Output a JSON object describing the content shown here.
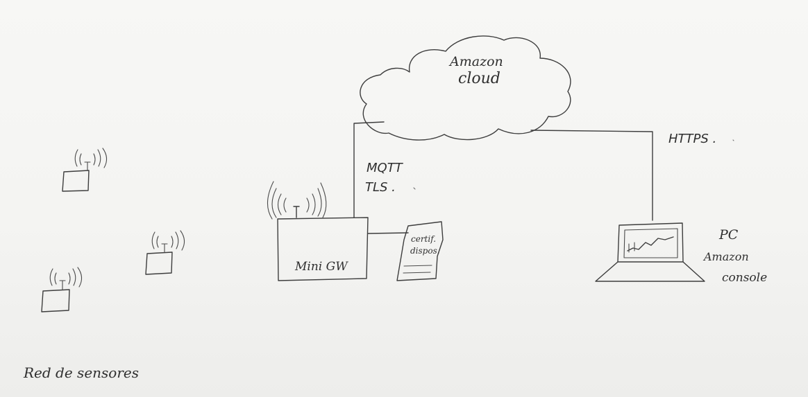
{
  "labels": {
    "cloud_line1": "Amazon",
    "cloud_line2": "cloud",
    "protocol_https": "HTTPS .",
    "protocol_mqtt": "MQTT",
    "protocol_tls": "TLS .",
    "gateway": "Mini GW",
    "cert_line1": "certif.",
    "cert_line2": "dispos.",
    "pc_line1": "PC",
    "pc_line2": "Amazon",
    "pc_line3": "console",
    "sensor_network": "Red de sensores"
  },
  "colors": {
    "paper": "#f6f6f4",
    "ink": "#3d3d3d"
  }
}
